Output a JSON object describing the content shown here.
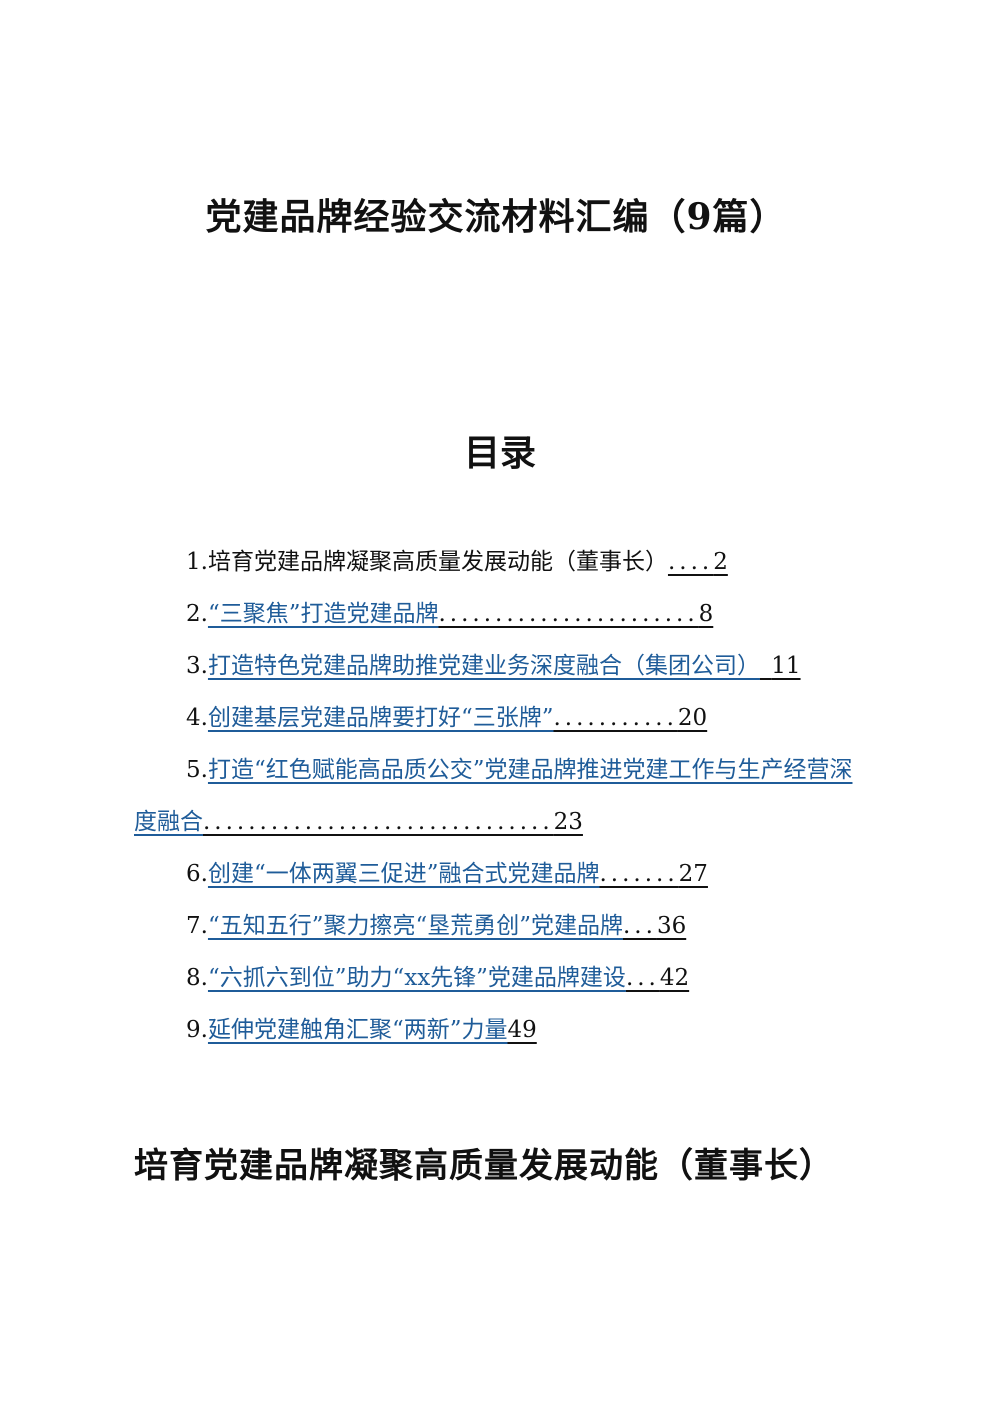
{
  "document": {
    "title": "党建品牌经验交流材料汇编（9篇）",
    "toc_heading": "目录",
    "toc": [
      {
        "num": "1.",
        "text": "培育党建品牌凝聚高质量发展动能（董事长）",
        "leader": "....",
        "page": "2"
      },
      {
        "num": "2.",
        "text": "“三聚焦”打造党建品牌",
        "leader": ".......................",
        "page": "8"
      },
      {
        "num": "3.",
        "text": "打造特色党建品牌助推党建业务深度融合（集团公司）",
        "leader": " ",
        "page": "11"
      },
      {
        "num": "4.",
        "text": "创建基层党建品牌要打好“三张牌”",
        "leader": "...........",
        "page": "20"
      },
      {
        "num": "5.",
        "text": "打造“红色赋能高品质公交”党建品牌推进党建工作与生产经营深度融合",
        "leader": "...............................",
        "page": "23"
      },
      {
        "num": "6.",
        "text": "创建“一体两翼三促进”融合式党建品牌",
        "leader": ".......",
        "page": "27"
      },
      {
        "num": "7.",
        "text": "“五知五行”聚力擦亮“垦荒勇创”党建品牌",
        "leader": "...",
        "page": "36"
      },
      {
        "num": "8.",
        "text": "“六抓六到位”助力“xx先锋”党建品牌建设",
        "leader": "...",
        "page": "42"
      },
      {
        "num": "9.",
        "text": "延伸党建触角汇聚“两新”力量",
        "leader": "",
        "page": "49"
      }
    ],
    "section_title": "培育党建品牌凝聚高质量发展动能（董事长）"
  }
}
